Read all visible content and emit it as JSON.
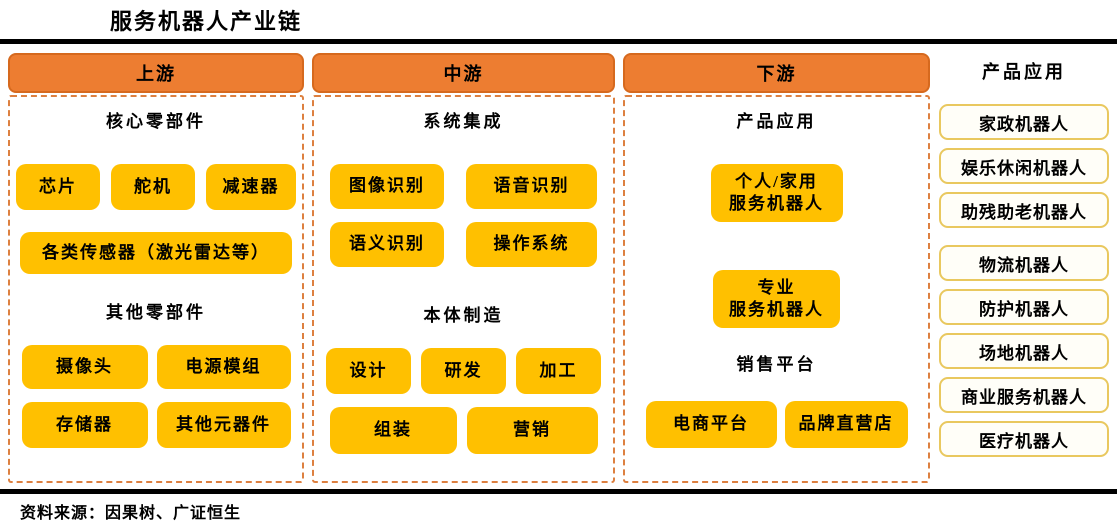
{
  "title": "服务机器人产业链",
  "columns": [
    {
      "header": "上游",
      "sections": [
        {
          "label": "核心零部件",
          "rows": [
            [
              [
                "芯片"
              ],
              [
                "舵机"
              ],
              [
                "减速器"
              ]
            ],
            [
              [
                "各类传感器（激光雷达等）"
              ]
            ]
          ]
        },
        {
          "label": "其他零部件",
          "rows": [
            [
              [
                "摄像头"
              ],
              [
                "电源模组"
              ]
            ],
            [
              [
                "存储器"
              ],
              [
                "其他元器件"
              ]
            ]
          ]
        }
      ]
    },
    {
      "header": "中游",
      "sections": [
        {
          "label": "系统集成",
          "rows": [
            [
              [
                "图像识别"
              ],
              [
                "语音识别"
              ]
            ],
            [
              [
                "语义识别"
              ],
              [
                "操作系统"
              ]
            ]
          ]
        },
        {
          "label": "本体制造",
          "rows": [
            [
              [
                "设计"
              ],
              [
                "研发"
              ],
              [
                "加工"
              ]
            ],
            [
              [
                "组装"
              ],
              [
                "营销"
              ]
            ]
          ]
        }
      ]
    },
    {
      "header": "下游",
      "sections": [
        {
          "label": "产品应用",
          "rows": [
            [
              [
                "个人/家用",
                "服务机器人"
              ]
            ],
            [
              [
                "专业",
                "服务机器人"
              ]
            ]
          ]
        },
        {
          "label": "销售平台",
          "rows": [
            [
              [
                "电商平台"
              ],
              [
                "品牌直营店"
              ]
            ]
          ]
        }
      ]
    }
  ],
  "applications": {
    "title": "产品应用",
    "groups": [
      [
        "家政机器人",
        "娱乐休闲机器人",
        "助残助老机器人"
      ],
      [
        "物流机器人",
        "防护机器人",
        "场地机器人",
        "商业服务机器人",
        "医疗机器人"
      ]
    ]
  },
  "source": "资料来源：因果树、广证恒生",
  "colors": {
    "header_orange": "#ED7D31",
    "header_orange_border": "#D6691E",
    "box_gold": "#FFC000",
    "dashed_border": "#DD8040",
    "app_box_border": "#E9C85F"
  }
}
